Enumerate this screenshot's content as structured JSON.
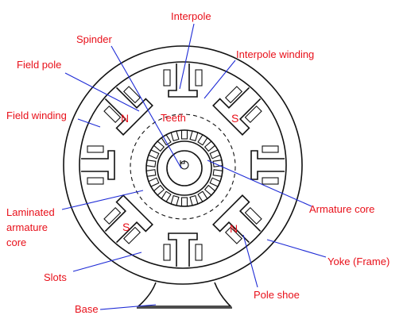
{
  "labels": {
    "interpole": "Interpole",
    "spinder": "Spinder",
    "interpole_winding": "Interpole winding",
    "field_pole": "Field pole",
    "field_winding": "Field winding",
    "teeth": "Teeth",
    "armature_core": "Armature core",
    "laminated_1": "Laminated",
    "laminated_2": "armature",
    "laminated_3": "core",
    "yoke": "Yoke (Frame)",
    "pole_shoe": "Pole shoe",
    "slots": "Slots",
    "base": "Base"
  },
  "poles": {
    "n_top_left": "N",
    "s_top_right": "S",
    "s_bottom_left": "S",
    "n_bottom_right": "N"
  },
  "colors": {
    "label": "#e8101a",
    "leader": "#1e2bd6",
    "ink": "#111111"
  }
}
